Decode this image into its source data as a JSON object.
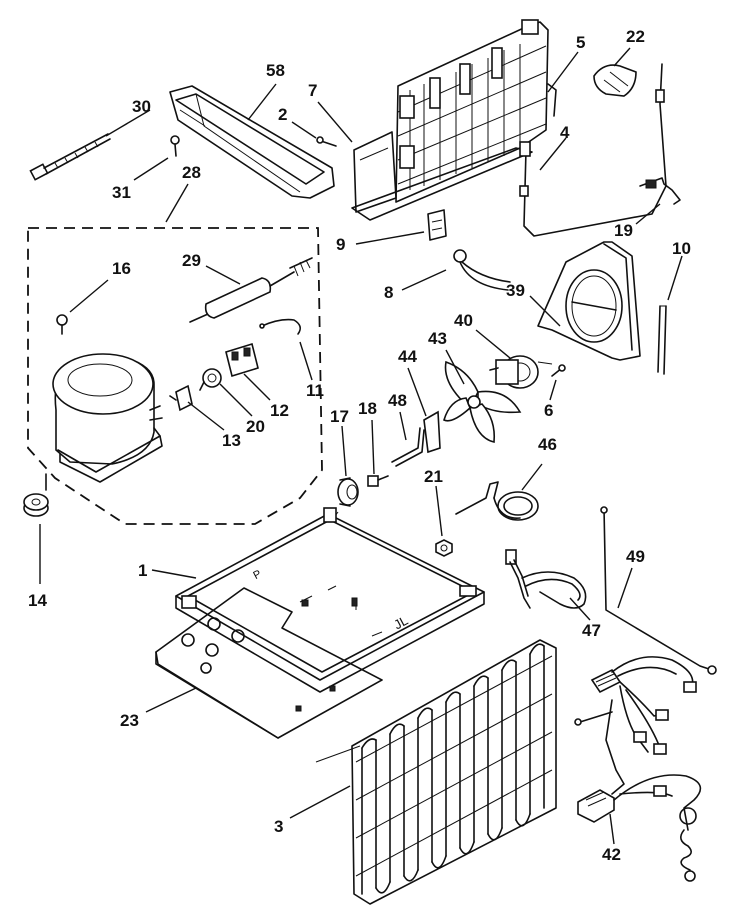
{
  "callouts": [
    {
      "id": "58",
      "text": "58"
    },
    {
      "id": "7",
      "text": "7"
    },
    {
      "id": "5",
      "text": "5"
    },
    {
      "id": "22",
      "text": "22"
    },
    {
      "id": "30",
      "text": "30"
    },
    {
      "id": "2",
      "text": "2"
    },
    {
      "id": "4",
      "text": "4"
    },
    {
      "id": "31",
      "text": "31"
    },
    {
      "id": "28",
      "text": "28"
    },
    {
      "id": "19",
      "text": "19"
    },
    {
      "id": "9",
      "text": "9"
    },
    {
      "id": "10",
      "text": "10"
    },
    {
      "id": "16",
      "text": "16"
    },
    {
      "id": "29",
      "text": "29"
    },
    {
      "id": "8",
      "text": "8"
    },
    {
      "id": "39",
      "text": "39"
    },
    {
      "id": "40",
      "text": "40"
    },
    {
      "id": "43",
      "text": "43"
    },
    {
      "id": "44",
      "text": "44"
    },
    {
      "id": "11",
      "text": "11"
    },
    {
      "id": "12",
      "text": "12"
    },
    {
      "id": "6",
      "text": "6"
    },
    {
      "id": "13",
      "text": "13"
    },
    {
      "id": "20",
      "text": "20"
    },
    {
      "id": "17",
      "text": "17"
    },
    {
      "id": "18",
      "text": "18"
    },
    {
      "id": "48",
      "text": "48"
    },
    {
      "id": "46",
      "text": "46"
    },
    {
      "id": "21",
      "text": "21"
    },
    {
      "id": "14",
      "text": "14"
    },
    {
      "id": "1",
      "text": "1"
    },
    {
      "id": "49",
      "text": "49"
    },
    {
      "id": "47",
      "text": "47"
    },
    {
      "id": "23",
      "text": "23"
    },
    {
      "id": "3",
      "text": "3"
    },
    {
      "id": "42",
      "text": "42"
    }
  ],
  "base_marks": {
    "p": "P",
    "jl": "JL"
  }
}
